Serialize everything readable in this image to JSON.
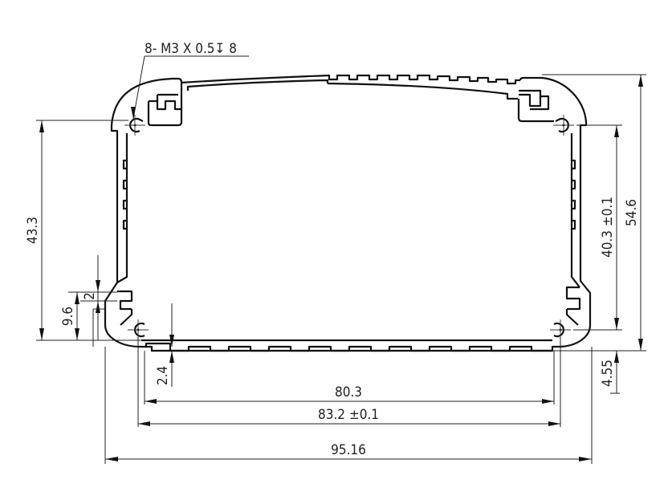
{
  "drawing": {
    "title": "Aluminum enclosure extrusion profile cross-section",
    "background": "#ffffff",
    "line_color": "#111111"
  },
  "annotations": {
    "thread_callout": "8- M3 X 0.5↧ 8"
  },
  "dimensions": {
    "overall_width": "95.16",
    "hole_spacing_width": "83.2 ±0.1",
    "inner_width": "80.3",
    "overall_height": "54.6",
    "hole_spacing_height": "40.3 ±0.1",
    "left_hole_height": "43.3",
    "bottom_offset_right": "4.55",
    "step_height": "9.6",
    "slot_width": "2",
    "fin_depth": "2.4"
  }
}
